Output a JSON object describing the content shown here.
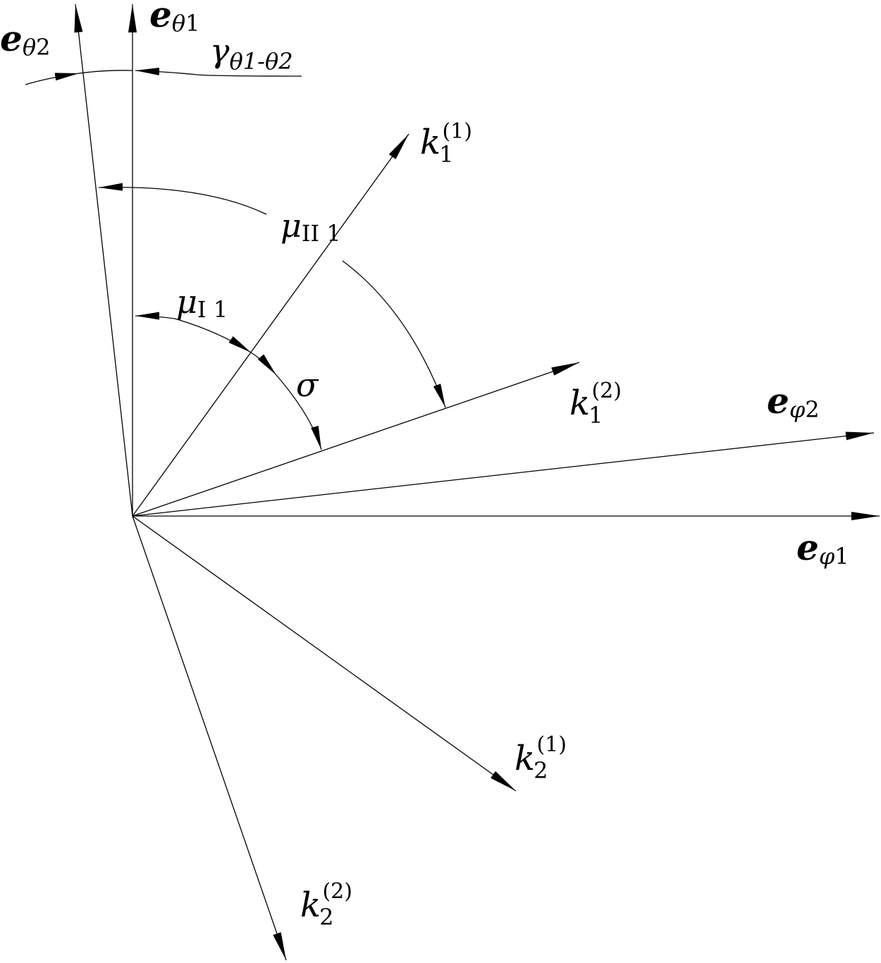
{
  "labels": {
    "e_theta1": {
      "main": "e",
      "sub_sym": "θ",
      "sub_num": "1"
    },
    "e_theta2": {
      "main": "e",
      "sub_sym": "θ",
      "sub_num": "2"
    },
    "e_phi1": {
      "main": "e",
      "sub_sym": "φ",
      "sub_num": "1"
    },
    "e_phi2": {
      "main": "e",
      "sub_sym": "φ",
      "sub_num": "2"
    },
    "gamma": {
      "main": "γ",
      "sub": "θ1-θ2"
    },
    "mu_II1": {
      "main": "μ",
      "sub": "II 1"
    },
    "mu_I1": {
      "main": "μ",
      "sub": "I 1"
    },
    "sigma": {
      "main": "σ"
    },
    "k1_1": {
      "main": "k",
      "sub": "1",
      "sup": "(1)"
    },
    "k1_2": {
      "main": "k",
      "sub": "1",
      "sup": "(2)"
    },
    "k2_1": {
      "main": "k",
      "sub": "2",
      "sup": "(1)"
    },
    "k2_2": {
      "main": "k",
      "sub": "2",
      "sup": "(2)"
    }
  }
}
